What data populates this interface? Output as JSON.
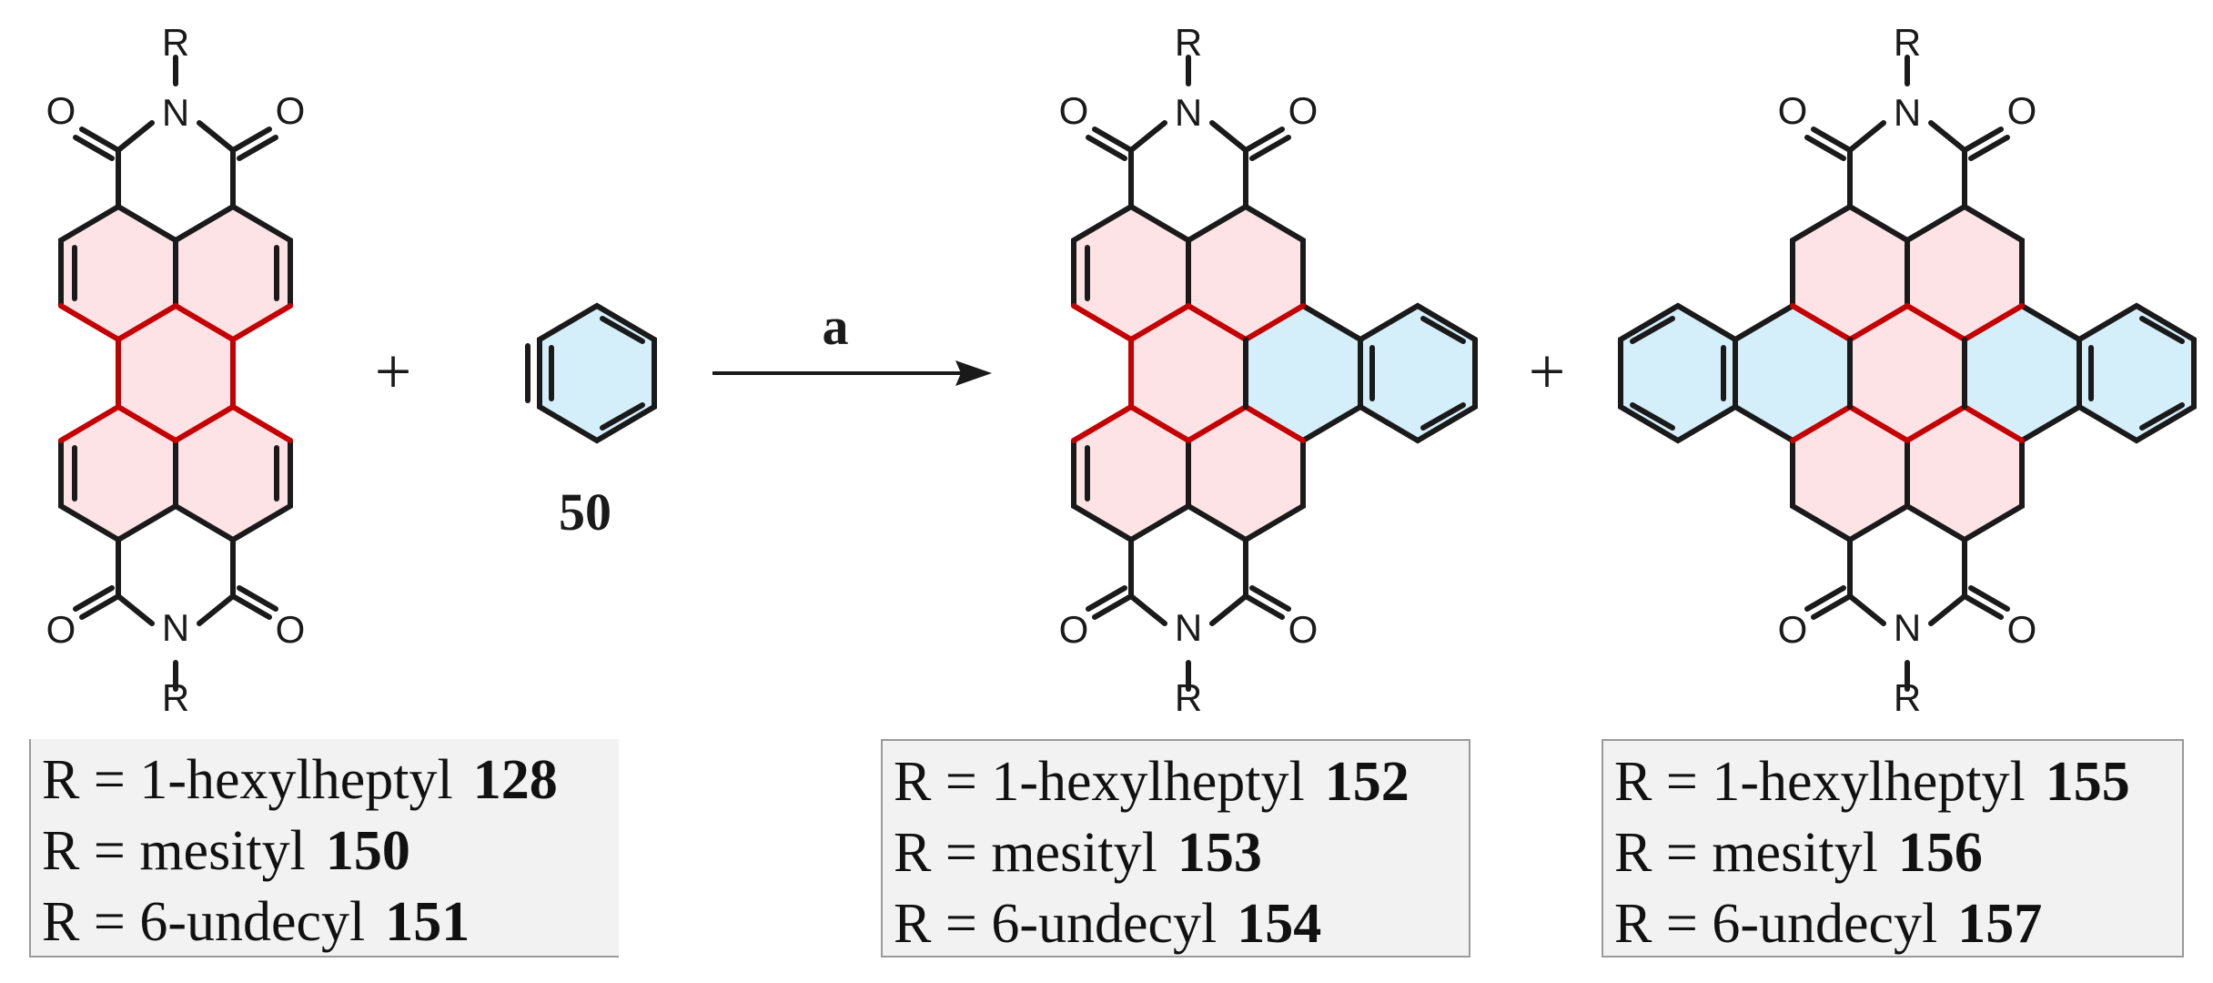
{
  "reagent": {
    "label": "50"
  },
  "arrow": {
    "label": "a"
  },
  "plus_sign": "+",
  "atoms": {
    "N": "N",
    "O": "O",
    "R": "R"
  },
  "colors": {
    "perylene_core": "#fde3e6",
    "benzo_ring": "#d5effa",
    "highlight_bond": "#c40000"
  },
  "tables": [
    {
      "rows": [
        {
          "text": "R = 1-hexylheptyl",
          "id": "128"
        },
        {
          "text": "R = mesityl",
          "id": "150"
        },
        {
          "text": "R = 6-undecyl",
          "id": "151"
        }
      ]
    },
    {
      "rows": [
        {
          "text": "R = 1-hexylheptyl",
          "id": "152"
        },
        {
          "text": "R = mesityl",
          "id": "153"
        },
        {
          "text": "R = 6-undecyl",
          "id": "154"
        }
      ]
    },
    {
      "rows": [
        {
          "text": "R = 1-hexylheptyl",
          "id": "155"
        },
        {
          "text": "R = mesityl",
          "id": "156"
        },
        {
          "text": "R = 6-undecyl",
          "id": "157"
        }
      ]
    }
  ]
}
